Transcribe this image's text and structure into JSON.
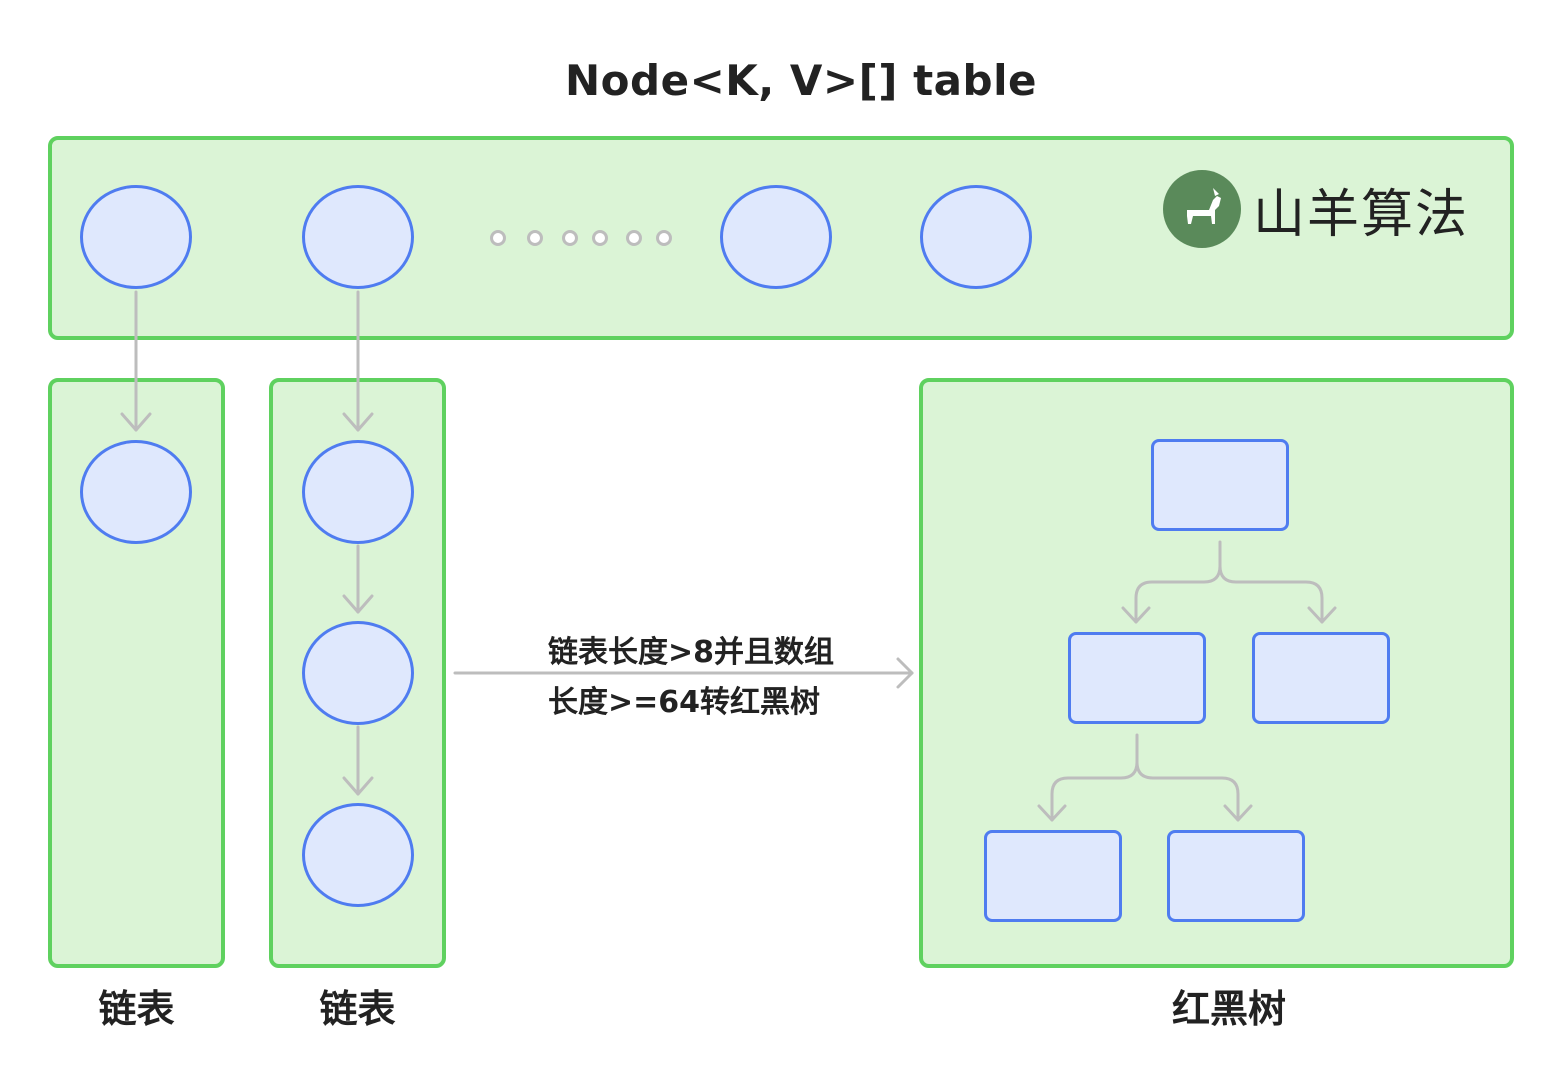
{
  "title": "Node<K, V>[] table",
  "logo": {
    "text": "山羊算法",
    "icon": "goat-icon",
    "badge_color": "#5a8a5a"
  },
  "labels": {
    "list1": "链表",
    "list2": "链表",
    "tree": "红黑树"
  },
  "transition": {
    "line1": "链表长度>8并且数组",
    "line2": "长度>=64转红黑树"
  },
  "colors": {
    "panel_fill": "#dbf4d6",
    "panel_border": "#5fd15f",
    "node_fill": "#dfe8fd",
    "node_border": "#4f7cf0",
    "arrow": "#bdbdbd"
  }
}
